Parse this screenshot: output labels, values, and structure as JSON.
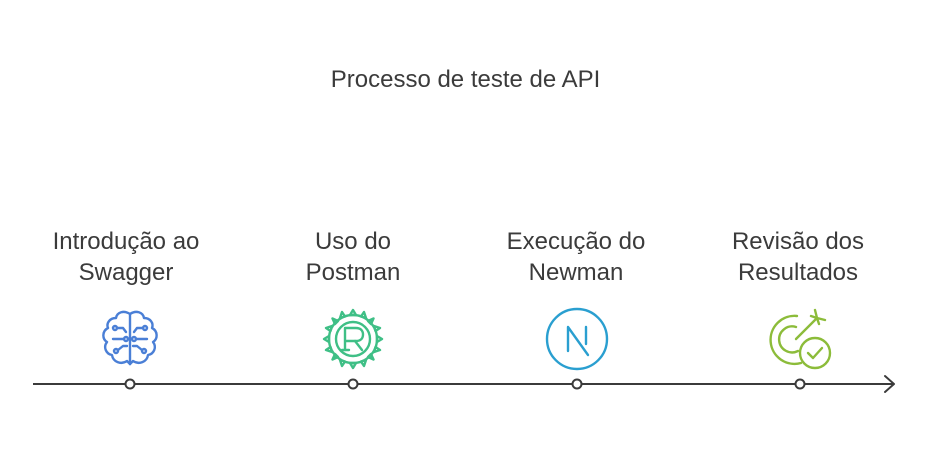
{
  "title": "Processo de teste de API",
  "steps": [
    {
      "line1": "Introdução ao",
      "line2": "Swagger",
      "icon": "brain-circuit-icon",
      "color": "#4a7fd6"
    },
    {
      "line1": "Uso do",
      "line2": "Postman",
      "icon": "rust-gear-icon",
      "color": "#3fbf86"
    },
    {
      "line1": "Execução do",
      "line2": "Newman",
      "icon": "n-circle-icon",
      "color": "#2a9fd0"
    },
    {
      "line1": "Revisão dos",
      "line2": "Resultados",
      "icon": "target-check-icon",
      "color": "#8cbc3a"
    }
  ],
  "timeline_color": "#3b3b3b"
}
